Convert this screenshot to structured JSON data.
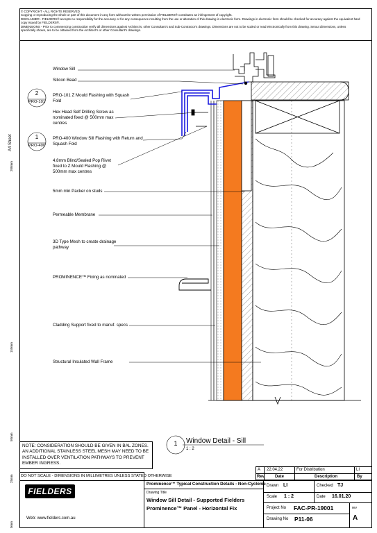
{
  "copyright": {
    "heading": "© COPYRIGHT - ALL RIGHTS RESERVED",
    "line1": "Copying or reproducing the whole or part of this document in any form without the written permission of FIELDERS® constitutes an infringement of copyright.",
    "line2": "DISCLAIMER - FIELDERS® accepts no responsibility for the accuracy or for any consequence resulting from the use or alteration of this drawing in electronic form. Drawings in electronic form should be checked for accuracy against the equivalent hard copy issued by FIELDERS®.",
    "line3": "DIMENSIONS - Prior to commencing construction verify all dimensions against Architect's, other Consultant's and Sub-Contractor's drawings. Dimensions are not to be scaled or read electronically from this drawing. Setout dimensions, unless specifically shown, are to be obtained from the Architect's or other Consultant's drawings."
  },
  "ruler": {
    "sheet": "A4 Sheet",
    "m200": "200mm",
    "m150": "150mm",
    "m50": "50mm",
    "m25": "25mm",
    "m0": "0mm"
  },
  "callouts": [
    {
      "id": "window-sill",
      "text": "Window Sill"
    },
    {
      "id": "silicon-bead",
      "text": "Silicon Bead"
    },
    {
      "id": "pro101",
      "text": "PRO-101 Z Mould Flashing with Squash Fold"
    },
    {
      "id": "hex-screw",
      "text": "Hex Head Self Drilling Screw as nominated fixed @ 500mm max centres"
    },
    {
      "id": "pro400",
      "text": "PRO-400 Window Sill Flashing with Return and Squash Fold"
    },
    {
      "id": "pop-rivet",
      "text": "4.8mm Blind/Sealed Pop Rivet fixed to Z Mould Flashing @ 500mm max centres"
    },
    {
      "id": "packer",
      "text": "5mm min Packer on studs"
    },
    {
      "id": "membrane",
      "text": "Permeable Membrane"
    },
    {
      "id": "mesh",
      "text": "3D Type Mesh to create drainage pathway"
    },
    {
      "id": "fixing",
      "text": "PROMINENCE™ Fixing as nominated"
    },
    {
      "id": "support",
      "text": "Cladding Support fixed to manuf. specs"
    },
    {
      "id": "frame",
      "text": "Structural Insulated Wall Frame"
    }
  ],
  "detail_refs": [
    {
      "number": "2",
      "code": "PRO-101"
    },
    {
      "number": "1",
      "code": "PRO-400"
    }
  ],
  "view_title": {
    "number": "1",
    "title": "Window Detail - Sill",
    "scale": "1 : 2"
  },
  "note": "NOTE: CONSIDERATION SHOULD BE GIVEN IN BAL ZONES. AN ADDITIONAL STAINLESS STEEL MESH MAY NEED TO BE INSTALLED OVER VENTILATION PATHWAYS TO PREVENT EMBER INGRESS.",
  "revision_table": {
    "row": {
      "rev": "A",
      "date": "22.04.22",
      "description": "For Distribution",
      "by": "LI"
    },
    "headers": {
      "rev": "Rev",
      "date": "Date",
      "description": "Description",
      "by": "By"
    }
  },
  "title_block": {
    "do_not_scale": "DO NOT SCALE - DIMENSIONS IN MILLIMETRES UNLESS STATED OTHERWISE",
    "logo": "FIELDERS",
    "website": "Web: www.fielders.com.au",
    "project_title": "Prominence™ Typical Construction Details - Non-Cyclonic",
    "drawing_title_label": "Drawing Title",
    "drawing_title_1": "Window Sill Detail - Supported Fielders",
    "drawing_title_2": "Prominence™ Panel - Horizontal Fix",
    "drawn_label": "Drawn",
    "drawn": "LI",
    "checked_label": "Checked",
    "checked": "TJ",
    "scale_label": "Scale",
    "scale": "1 : 2",
    "date_label": "Date",
    "date": "16.01.20",
    "project_no_label": "Project No",
    "project_no": "FAC-PR-19001",
    "drawing_no_label": "Drawing No",
    "drawing_no": "P11-06",
    "rev_label": "rev",
    "rev": "A"
  },
  "colors": {
    "insulation_orange": "#f47a1f",
    "flashing_blue": "#1a1adf"
  }
}
